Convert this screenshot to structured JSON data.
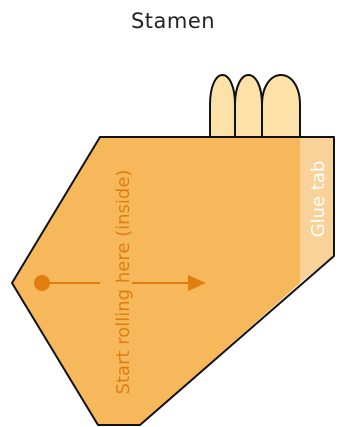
{
  "title": "Stamen",
  "labels": {
    "start_rolling": "Start rolling here (inside)",
    "glue_tab": "Glue tab"
  },
  "colors": {
    "body_fill": "#F6B85A",
    "glue_tab_fill": "#F9D29A",
    "stamen_tips_fill": "#FCE2A8",
    "outline": "#111111",
    "guide": "#E07F10",
    "glue_text": "#FFFFFF"
  },
  "stamen_tip_count": 3
}
